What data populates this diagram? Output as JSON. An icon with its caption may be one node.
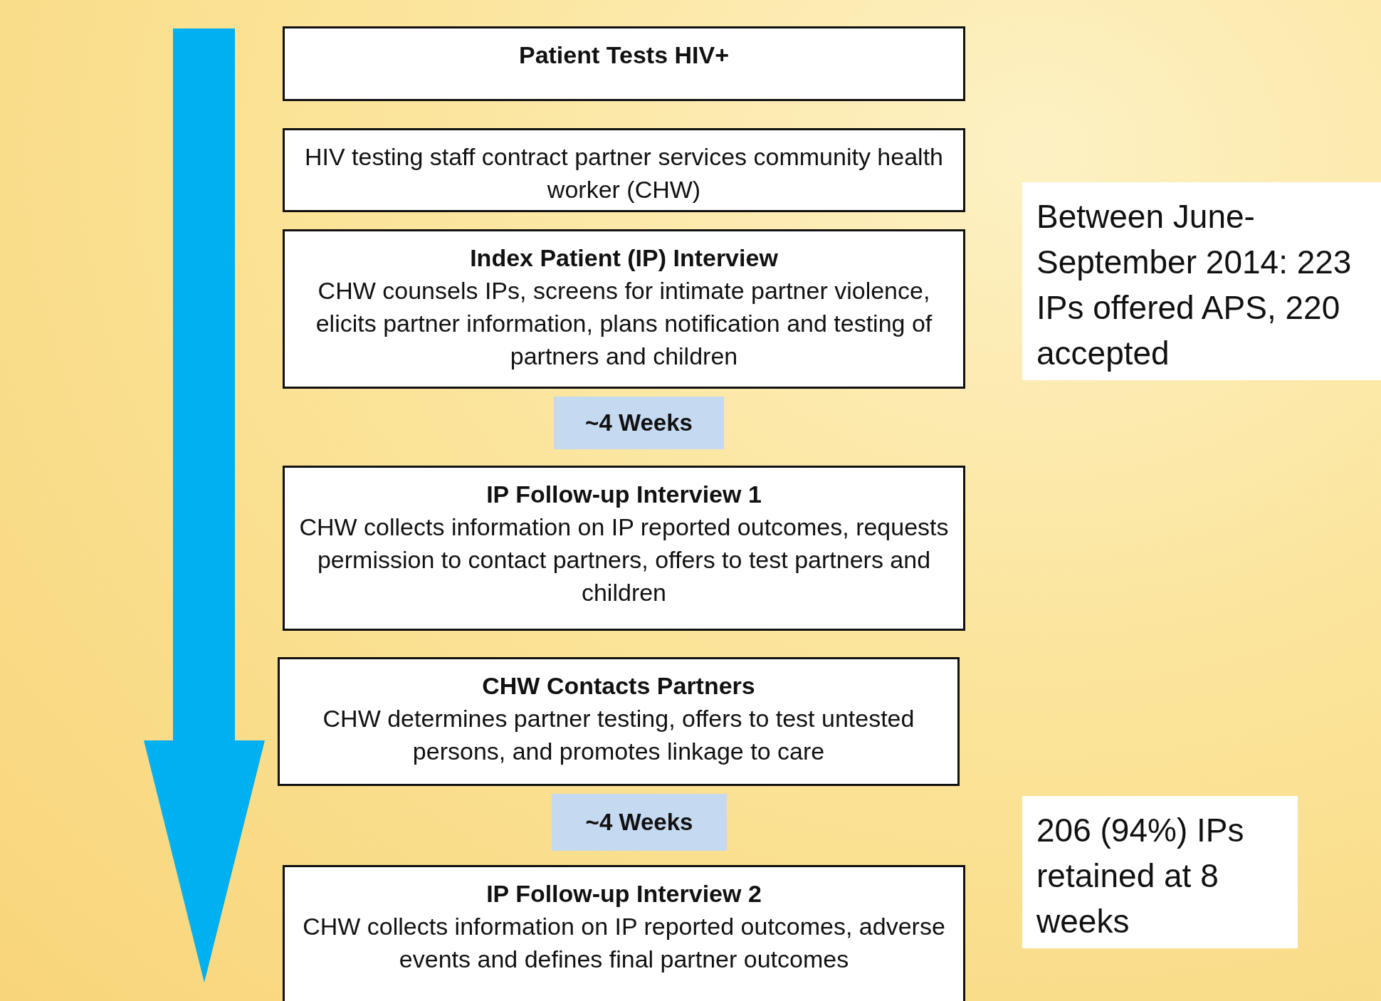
{
  "diagram": {
    "nodes": [
      {
        "text": [
          "Patient Tests HIV+"
        ]
      },
      {
        "text": [
          "HIV testing staff contract partner services community health worker (CHW)"
        ]
      },
      {
        "text": [
          "Index Patient (IP) Interview",
          "CHW counsels IPs, screens for intimate partner violence, elicits partner information, plans notification and testing of partners and children"
        ]
      },
      {
        "text": [
          "~4 Weeks"
        ]
      },
      {
        "text": [
          "IP Follow-up Interview 1",
          "CHW collects information on IP reported outcomes, requests permission to contact partners, offers to test partners and children"
        ]
      },
      {
        "text": [
          "CHW Contacts Partners",
          "CHW determines partner testing, offers to test untested persons, and promotes linkage to care"
        ]
      },
      {
        "text": [
          "~4 Weeks"
        ]
      },
      {
        "text": [
          "IP Follow-up Interview 2",
          "CHW collects information on IP reported outcomes, adverse events and defines final partner outcomes"
        ]
      },
      {
        "text": [
          "Between June-September 2014: 223 IPs offered APS, 220 accepted"
        ]
      },
      {
        "text": [
          "206 (94%) IPs retained at 8 weeks"
        ]
      }
    ]
  }
}
